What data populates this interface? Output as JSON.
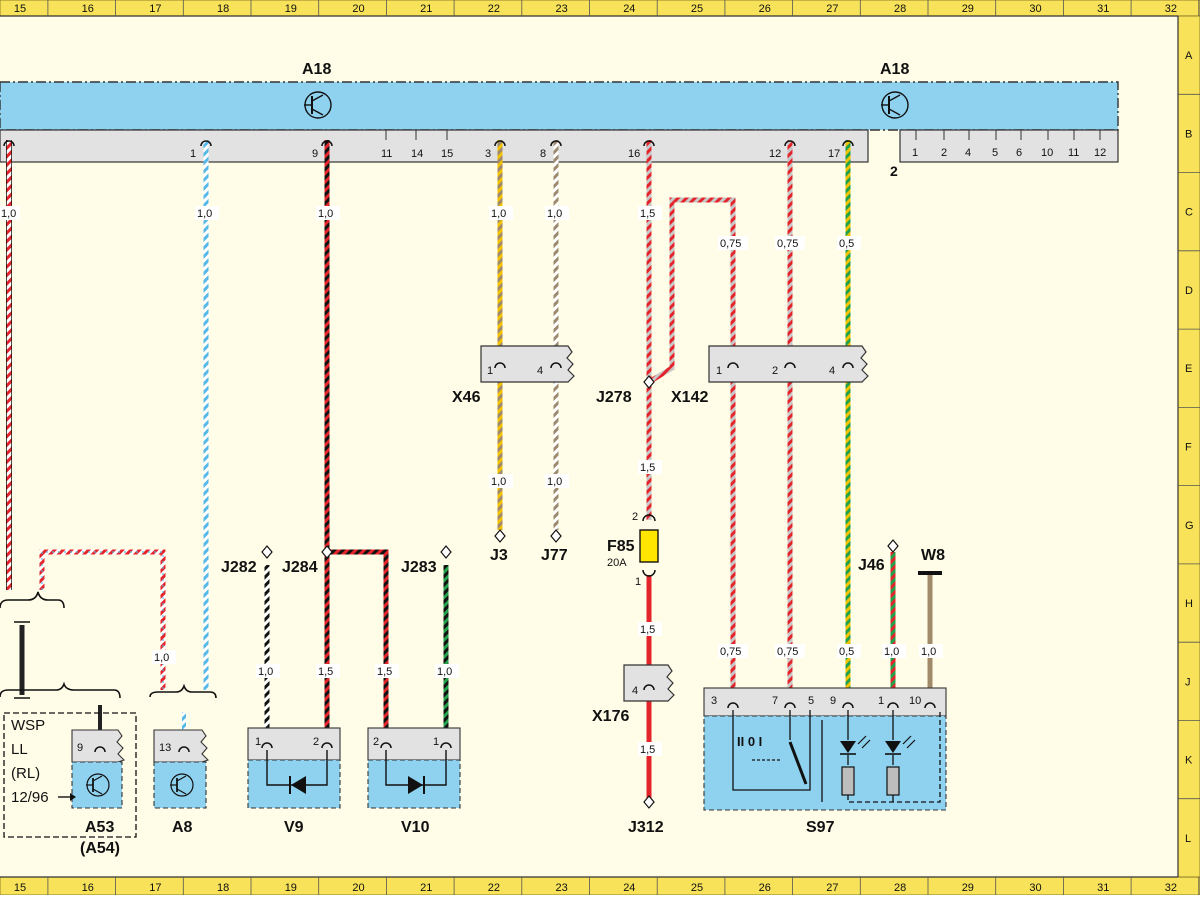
{
  "grid": {
    "columns": [
      "15",
      "16",
      "17",
      "18",
      "19",
      "20",
      "21",
      "22",
      "23",
      "24",
      "25",
      "26",
      "27",
      "28",
      "29",
      "30",
      "31",
      "32"
    ],
    "rows": [
      "A",
      "B",
      "C",
      "D",
      "E",
      "F",
      "G",
      "H",
      "J",
      "K",
      "L"
    ]
  },
  "modules": {
    "a18_left": "A18",
    "a18_right": "A18",
    "connector_2": "2"
  },
  "main_pins": {
    "p1": "1",
    "p9": "9",
    "p11": "11",
    "p14": "14",
    "p15": "15",
    "p3": "3",
    "p8": "8",
    "p16": "16",
    "p12": "12",
    "p17": "17"
  },
  "conn2_pins": [
    "1",
    "2",
    "4",
    "5",
    "6",
    "10",
    "11",
    "12"
  ],
  "gauges": {
    "w1": "1,0",
    "w2": "1,0",
    "w3": "1,0",
    "w4": "1,0",
    "w5": "1,0",
    "w6": "1,5",
    "w7": "0,75",
    "w8": "0,75",
    "w9": "0,5",
    "w10": "1,0",
    "w11": "1,0",
    "w12": "1,5",
    "w13": "1,0",
    "w14": "1,0",
    "w15": "1,5",
    "w16": "1,5",
    "w17": "1,0",
    "w18": "1,5",
    "w19": "1,5",
    "w20": "0,75",
    "w21": "0,75",
    "w22": "0,5",
    "w23": "1,0",
    "w24": "1,0"
  },
  "connectors": {
    "x46": "X46",
    "x46_p1": "1",
    "x46_p4": "4",
    "x142": "X142",
    "x142_p1": "1",
    "x142_p2": "2",
    "x142_p4": "4",
    "x176": "X176",
    "x176_p4": "4"
  },
  "junctions": {
    "j278": "J278",
    "j3": "J3",
    "j77": "J77",
    "j282": "J282",
    "j284": "J284",
    "j283": "J283",
    "j46": "J46",
    "j312": "J312",
    "w8": "W8"
  },
  "fuse": {
    "name": "F85",
    "rating": "20A",
    "pin_top": "2",
    "pin_bottom": "1"
  },
  "components": {
    "a53": "A53",
    "a54": "(A54)",
    "a53_pin": "9",
    "a8": "A8",
    "a8_pin": "13",
    "v9": "V9",
    "v9_p1": "1",
    "v9_p2": "2",
    "v10": "V10",
    "v10_p2": "2",
    "v10_p1": "1",
    "s97": "S97",
    "s97_p3": "3",
    "s97_p7": "7",
    "s97_p5": "5",
    "s97_p9": "9",
    "s97_p1": "1",
    "s97_p10": "10",
    "s97_switch": "II 0 I"
  },
  "note": {
    "l1": "WSP",
    "l2": "LL",
    "l3": "(RL)",
    "l4": "12/96"
  }
}
